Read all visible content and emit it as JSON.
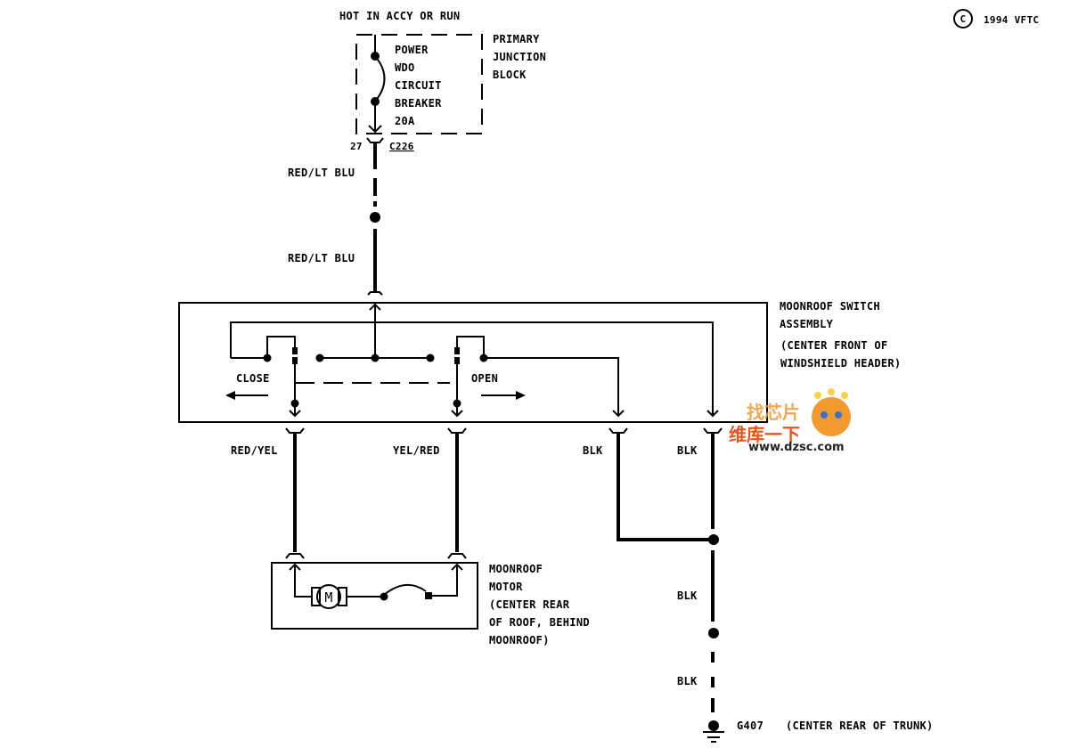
{
  "copyright": {
    "symbol": "C",
    "text": "1994 VFTC"
  },
  "power_source": {
    "heading": "HOT IN ACCY OR RUN",
    "breaker_lines": [
      "POWER",
      "WDO",
      "CIRCUIT",
      "BREAKER",
      "20A"
    ],
    "block_lines": [
      "PRIMARY",
      "JUNCTION",
      "BLOCK"
    ],
    "connector_pin": "27",
    "connector_id": "C226"
  },
  "wires": {
    "feed_upper": "RED/LT BLU",
    "feed_lower": "RED/LT BLU",
    "close_wire": "RED/YEL",
    "open_wire": "YEL/RED",
    "ground_a": "BLK",
    "ground_b": "BLK",
    "ground_c": "BLK",
    "ground_d": "BLK"
  },
  "switch": {
    "title_lines": [
      "MOONROOF SWITCH",
      "ASSEMBLY"
    ],
    "location_lines": [
      "(CENTER FRONT OF",
      "WINDSHIELD HEADER)"
    ],
    "close_label": "CLOSE",
    "open_label": "OPEN"
  },
  "motor": {
    "symbol": "M",
    "title_lines": [
      "MOONROOF",
      "MOTOR"
    ],
    "location_lines": [
      "(CENTER REAR",
      "OF ROOF, BEHIND",
      "MOONROOF)"
    ]
  },
  "ground": {
    "id": "G407",
    "location": "(CENTER REAR OF TRUNK)"
  },
  "watermark": {
    "line1": "找芯片",
    "line2": "维库一下",
    "url": "www.dzsc.com",
    "colors": {
      "primary": "#e8541a",
      "secondary": "#f29a2e"
    }
  }
}
